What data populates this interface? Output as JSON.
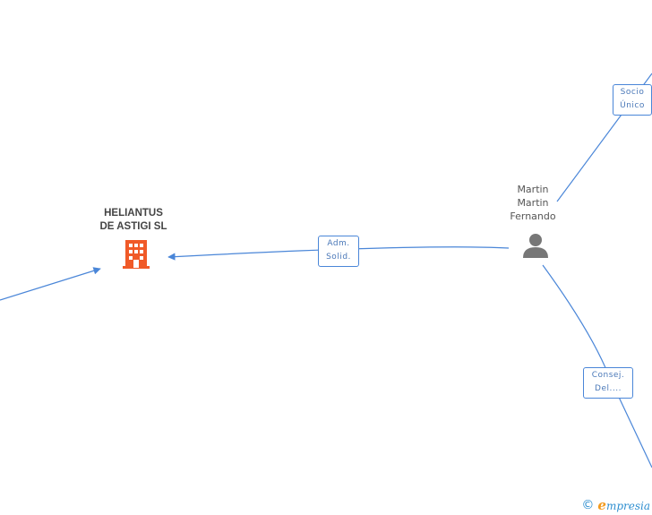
{
  "nodes": {
    "company": {
      "line1": "HELIANTUS",
      "line2": "DE ASTIGI SL",
      "icon": "building-icon",
      "color": "#f05a28"
    },
    "person": {
      "line1": "Martin",
      "line2": "Martin",
      "line3": "Fernando",
      "icon": "person-icon",
      "color": "#777777"
    }
  },
  "edges": {
    "adm": {
      "line1": "Adm.",
      "line2": "Solid."
    },
    "socio": {
      "line1": "Socio",
      "line2": "Único"
    },
    "consej": {
      "line1": "Consej.",
      "line2": "Del...."
    }
  },
  "colors": {
    "edge": "#4a86d8"
  },
  "footer": {
    "copyright": "©",
    "brand_e": "e",
    "brand_rest": "mpresia"
  }
}
